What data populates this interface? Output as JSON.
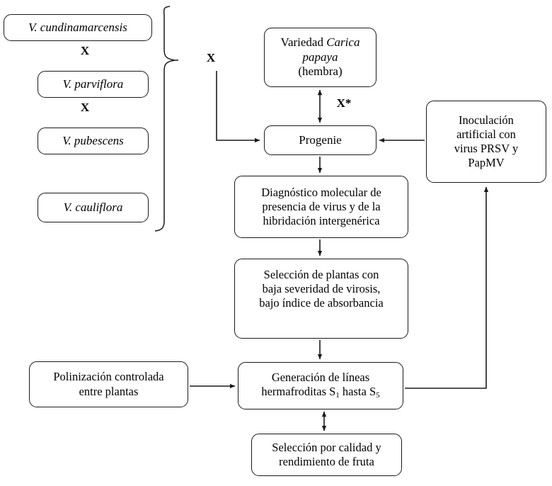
{
  "diagram": {
    "title": "Esquema de mejoramiento genetico intergenerico Vasconcellea x Carica papaya",
    "line_color": "#1a1a1a",
    "background": "#ffffff"
  },
  "parents": {
    "cross_symbol": "X",
    "boxes": [
      {
        "label": "V. cundinamarcensis"
      },
      {
        "label": "V. parviflora"
      },
      {
        "label": "V. pubescens"
      },
      {
        "label": "V. cauliflora"
      }
    ]
  },
  "labels": {
    "cross_brace": "X",
    "cross_progeny": "X*"
  },
  "nodes": {
    "papaya": {
      "lines": [
        "Variedad ",
        "Carica",
        " ",
        "papaya",
        "(hembra)"
      ],
      "line1_a": "Variedad ",
      "line1_b": "Carica",
      "line2": "papaya",
      "line3": "(hembra)"
    },
    "progenie": {
      "label": "Progenie"
    },
    "inoculacion": {
      "line1": "Inoculación",
      "line2": "artificial con",
      "line3": "virus PRSV y",
      "line4": "PapMV"
    },
    "diagnostico": {
      "line1": "Diagnóstico molecular de",
      "line2": "presencia de virus y de la",
      "line3": "hibridación intergenérica"
    },
    "seleccion_plantas": {
      "line1": "Selección de plantas con",
      "line2": "baja severidad de virosis,",
      "line3": "bajo índice de absorbancia"
    },
    "polinizacion": {
      "line1": "Polinización controlada",
      "line2": "entre plantas"
    },
    "generacion": {
      "line1": "Generación  de líneas",
      "line2_a": "hermafroditas S",
      "line2_sub1": "1",
      "line2_b": " hasta S",
      "line2_sub2": "5"
    },
    "seleccion_fruta": {
      "line1": "Selección por calidad y",
      "line2": "rendimiento de fruta"
    }
  }
}
